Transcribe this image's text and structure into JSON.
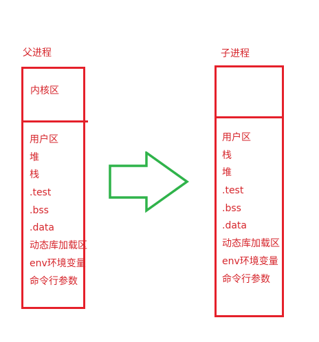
{
  "parent": {
    "title": "父进程",
    "kernel_label": "内核区",
    "user_segments": [
      "用户区",
      "堆",
      "栈",
      ".test",
      ".bss",
      ".data",
      "动态库加载区",
      "env环境变量",
      "命令行参数"
    ]
  },
  "child": {
    "title": "子进程",
    "kernel_label": "",
    "user_segments": [
      "用户区",
      "栈",
      "堆",
      ".test",
      ".bss",
      ".data",
      "动态库加载区",
      "env环境变量",
      "命令行参数"
    ]
  },
  "colors": {
    "box_border": "#e5202a",
    "text": "#d6262c",
    "arrow": "#2fb34a"
  },
  "arrow_icon": "right-arrow-outline-icon"
}
